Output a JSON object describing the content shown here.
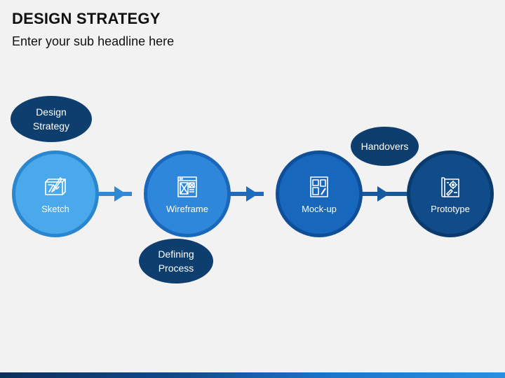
{
  "title": "DESIGN STRATEGY",
  "subtitle": "Enter your sub headline here",
  "stages": [
    {
      "label": "Sketch",
      "icon": "sketch-icon",
      "fill": "#4aa9ea",
      "ring": "#2a86cf"
    },
    {
      "label": "Wireframe",
      "icon": "wireframe-icon",
      "fill": "#2f87dc",
      "ring": "#1a68bb"
    },
    {
      "label": "Mock-up",
      "icon": "mockup-icon",
      "fill": "#1767bc",
      "ring": "#0f4f99"
    },
    {
      "label": "Prototype",
      "icon": "prototype-icon",
      "fill": "#114c8a",
      "ring": "#0b3a6d"
    }
  ],
  "callouts": {
    "design_strategy": "Design\nStrategy",
    "defining_process": "Defining\nProcess",
    "handovers": "Handovers"
  },
  "colors": {
    "callout_fill": "#0e3e6d",
    "connector_1": "#2e8ad8",
    "connector_2": "#1e6cc0",
    "connector_3": "#155a9e",
    "background": "#f2f2f2"
  }
}
